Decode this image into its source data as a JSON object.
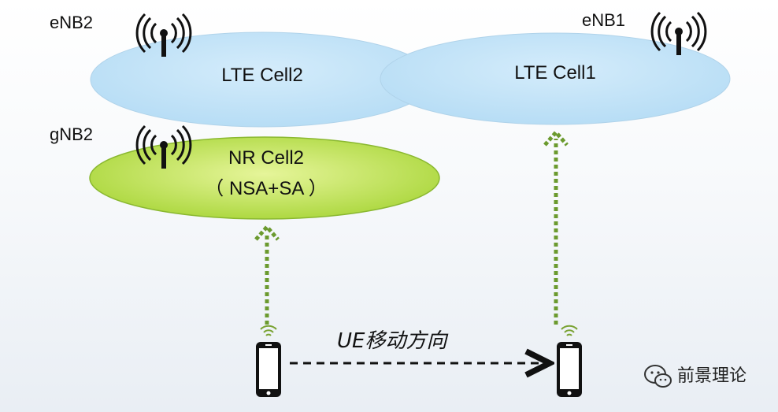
{
  "nodes": {
    "enb2": "eNB2",
    "enb1": "eNB1",
    "gnb2": "gNB2"
  },
  "cells": {
    "lte_cell2": "LTE Cell2",
    "lte_cell1": "LTE Cell1",
    "nr_cell2_line1": "NR Cell2",
    "nr_cell2_line2": "（ NSA+SA ）"
  },
  "movement_label": "UE移动方向",
  "watermark": "前景理论",
  "colors": {
    "lte_fill": "#bde0f7",
    "nr_fill": "#b8e04a",
    "arrow_green": "#6b9a2e"
  },
  "icons": [
    "antenna-icon",
    "phone-icon",
    "wechat-icon"
  ]
}
